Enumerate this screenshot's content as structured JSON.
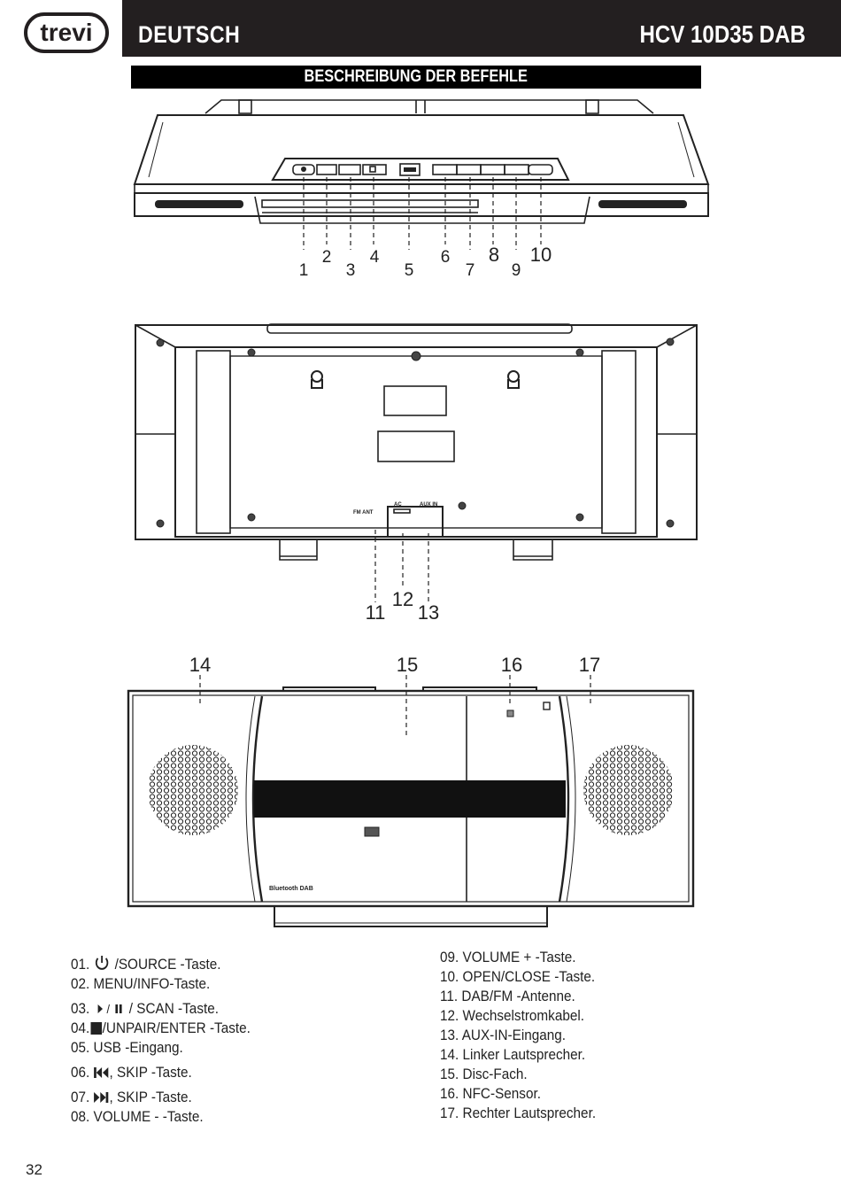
{
  "header": {
    "logo_text": "trevi",
    "language": "DEUTSCH",
    "model": "HCV 10D35 DAB"
  },
  "section_title": "BESCHREIBUNG DER BEFEHLE",
  "callouts": {
    "top": [
      "1",
      "2",
      "3",
      "4",
      "5",
      "6",
      "7",
      "8",
      "9",
      "10"
    ],
    "back": [
      "11",
      "12",
      "13"
    ],
    "front": [
      "14",
      "15",
      "16",
      "17"
    ]
  },
  "device_labels": {
    "fm_ant": "FM ANT",
    "ac": "AC",
    "aux_in": "AUX IN",
    "front_brand": "Bluetooth DAB"
  },
  "legend_left": [
    {
      "num": "01.",
      "icon": "power-icon",
      "text": "/SOURCE -Taste."
    },
    {
      "num": "02.",
      "icon": "",
      "text": "MENU/INFO-Taste."
    },
    {
      "num": "03.",
      "icon": "play-pause-icon",
      "text": "/ SCAN -Taste."
    },
    {
      "num": "04.",
      "icon": "stop-icon",
      "text": "/UNPAIR/ENTER -Taste."
    },
    {
      "num": "05.",
      "icon": "",
      "text": "USB -Eingang."
    },
    {
      "num": "06.",
      "icon": "skip-back-icon",
      "text": ", SKIP -Taste."
    },
    {
      "num": "07.",
      "icon": "skip-forward-icon",
      "text": ", SKIP -Taste."
    },
    {
      "num": "08.",
      "icon": "",
      "text": "VOLUME - -Taste."
    }
  ],
  "legend_right": [
    {
      "num": "09.",
      "text": "VOLUME + -Taste."
    },
    {
      "num": "10.",
      "text": "OPEN/CLOSE -Taste."
    },
    {
      "num": "11.",
      "text": "DAB/FM -Antenne."
    },
    {
      "num": "12.",
      "text": "Wechselstromkabel."
    },
    {
      "num": "13.",
      "text": "AUX-IN-Eingang."
    },
    {
      "num": "14.",
      "text": "Linker Lautsprecher."
    },
    {
      "num": "15.",
      "text": "Disc-Fach."
    },
    {
      "num": "16.",
      "text": "NFC-Sensor."
    },
    {
      "num": "17.",
      "text": "Rechter Lautsprecher."
    }
  ],
  "page_number": "32"
}
